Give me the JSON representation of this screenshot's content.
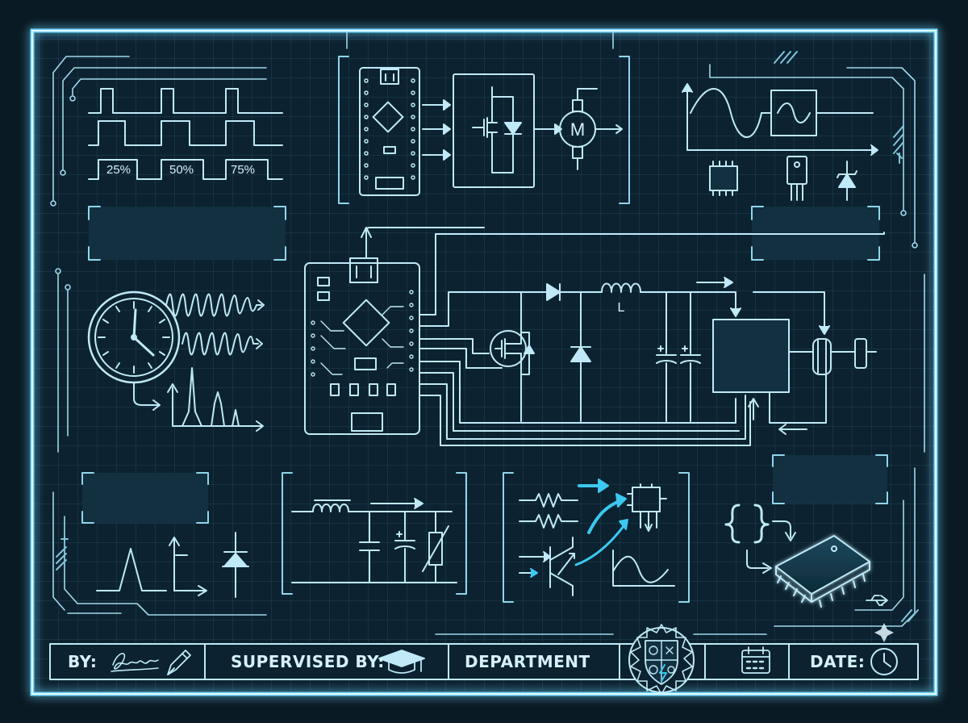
{
  "pwm": {
    "duty_labels": [
      "25%",
      "50%",
      "75%"
    ]
  },
  "motor_label": "M",
  "inductor_label": "L",
  "title_block": {
    "by_label": "BY:",
    "supervised_label": "SUPERVISED BY:",
    "department_label": "DEPARTMENT",
    "date_label": "DATE:"
  },
  "icons": {
    "signature": "signature-icon",
    "pen": "fountain-pen-icon",
    "graduation": "graduation-cap-icon",
    "emblem": "gear-shield-emblem-icon",
    "calendar": "calendar-icon",
    "clock": "clock-icon",
    "usb": "usb-icon"
  },
  "colors": {
    "background": "#0c2230",
    "frame_glow": "#6fd8ff",
    "line": "#bfe9f7",
    "accent": "#3cc8f0",
    "panel": "#12303f"
  }
}
